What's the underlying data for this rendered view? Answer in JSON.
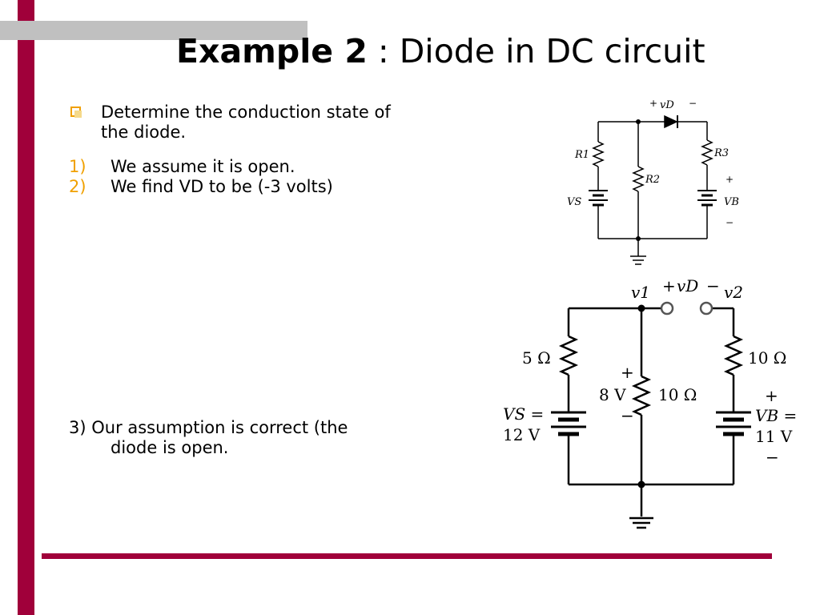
{
  "slide": {
    "title_bold": "Example 2",
    "title_rest": " : Diode in DC circuit",
    "bullet": "Determine the conduction state of the diode.",
    "bullet_line1": "Determine the conduction state of",
    "bullet_line2": "the diode.",
    "steps": [
      {
        "num": "1)",
        "text": "We assume it is open."
      },
      {
        "num": "2)",
        "text": "We find VD to be (-3 volts)"
      }
    ],
    "step3_line1": "3) Our assumption is correct (the",
    "step3_line2": "diode is open."
  },
  "circuit_top": {
    "vd_plus": "+",
    "vd_label": "vD",
    "vd_minus": "−",
    "r1": "R1",
    "r2": "R2",
    "r3": "R3",
    "vs": "VS",
    "vb": "VB",
    "vb_plus": "+",
    "vb_minus": "−"
  },
  "circuit_bottom": {
    "v1": "v1",
    "v2": "v2",
    "vd_plus": "+",
    "vd_label": "vD",
    "vd_minus": "−",
    "r_left": "5 Ω",
    "r_mid": "10 Ω",
    "r_right": "10 Ω",
    "mid_plus": "+",
    "mid_voltage": "8 V",
    "mid_minus": "−",
    "vs_label": "VS =",
    "vs_value": "12 V",
    "vb_plus": "+",
    "vb_label": "VB =",
    "vb_value": "11 V",
    "vb_minus": "−"
  },
  "colors": {
    "accent": "#a0003a",
    "band": "#c0c0c0",
    "bullet": "#f0a000"
  }
}
